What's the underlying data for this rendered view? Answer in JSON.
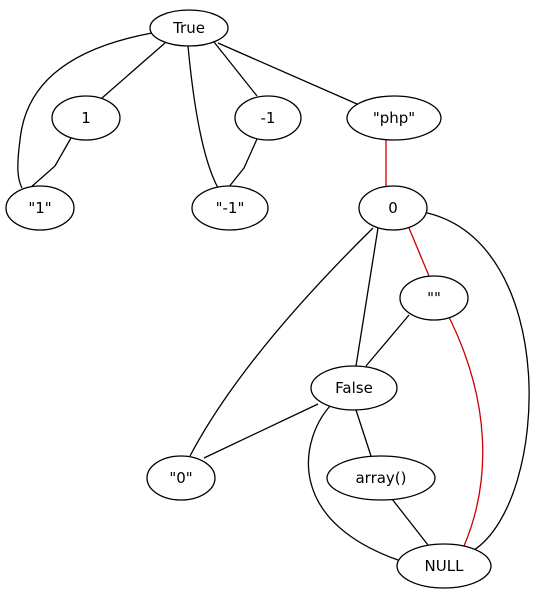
{
  "nodes": [
    {
      "id": "true_node",
      "label": "True"
    },
    {
      "id": "one",
      "label": "1"
    },
    {
      "id": "str_one",
      "label": "\"1\""
    },
    {
      "id": "str_neg_one",
      "label": "\"-1\""
    },
    {
      "id": "neg_one",
      "label": "-1"
    },
    {
      "id": "str_php",
      "label": "\"php\""
    },
    {
      "id": "zero",
      "label": "0"
    },
    {
      "id": "empty_str",
      "label": "\"\""
    },
    {
      "id": "false_node",
      "label": "False"
    },
    {
      "id": "str_zero",
      "label": "\"0\""
    },
    {
      "id": "array",
      "label": "array()"
    },
    {
      "id": "null_node",
      "label": "NULL"
    }
  ],
  "edges": [
    {
      "from": "true_node",
      "to": "one",
      "color": "#000000"
    },
    {
      "from": "true_node",
      "to": "str_one",
      "color": "#000000"
    },
    {
      "from": "one",
      "to": "str_one",
      "color": "#000000"
    },
    {
      "from": "true_node",
      "to": "str_neg_one",
      "color": "#000000"
    },
    {
      "from": "true_node",
      "to": "neg_one",
      "color": "#000000"
    },
    {
      "from": "neg_one",
      "to": "str_neg_one",
      "color": "#000000"
    },
    {
      "from": "true_node",
      "to": "str_php",
      "color": "#000000"
    },
    {
      "from": "str_php",
      "to": "zero",
      "color": "#cc0000"
    },
    {
      "from": "zero",
      "to": "empty_str",
      "color": "#cc0000"
    },
    {
      "from": "empty_str",
      "to": "null_node",
      "color": "#cc0000"
    },
    {
      "from": "zero",
      "to": "false_node",
      "color": "#000000"
    },
    {
      "from": "zero",
      "to": "str_zero",
      "color": "#000000"
    },
    {
      "from": "zero",
      "to": "null_node",
      "color": "#000000"
    },
    {
      "from": "empty_str",
      "to": "false_node",
      "color": "#000000"
    },
    {
      "from": "false_node",
      "to": "str_zero",
      "color": "#000000"
    },
    {
      "from": "false_node",
      "to": "array",
      "color": "#000000"
    },
    {
      "from": "false_node",
      "to": "null_node",
      "color": "#000000"
    },
    {
      "from": "array",
      "to": "null_node",
      "color": "#000000"
    }
  ]
}
